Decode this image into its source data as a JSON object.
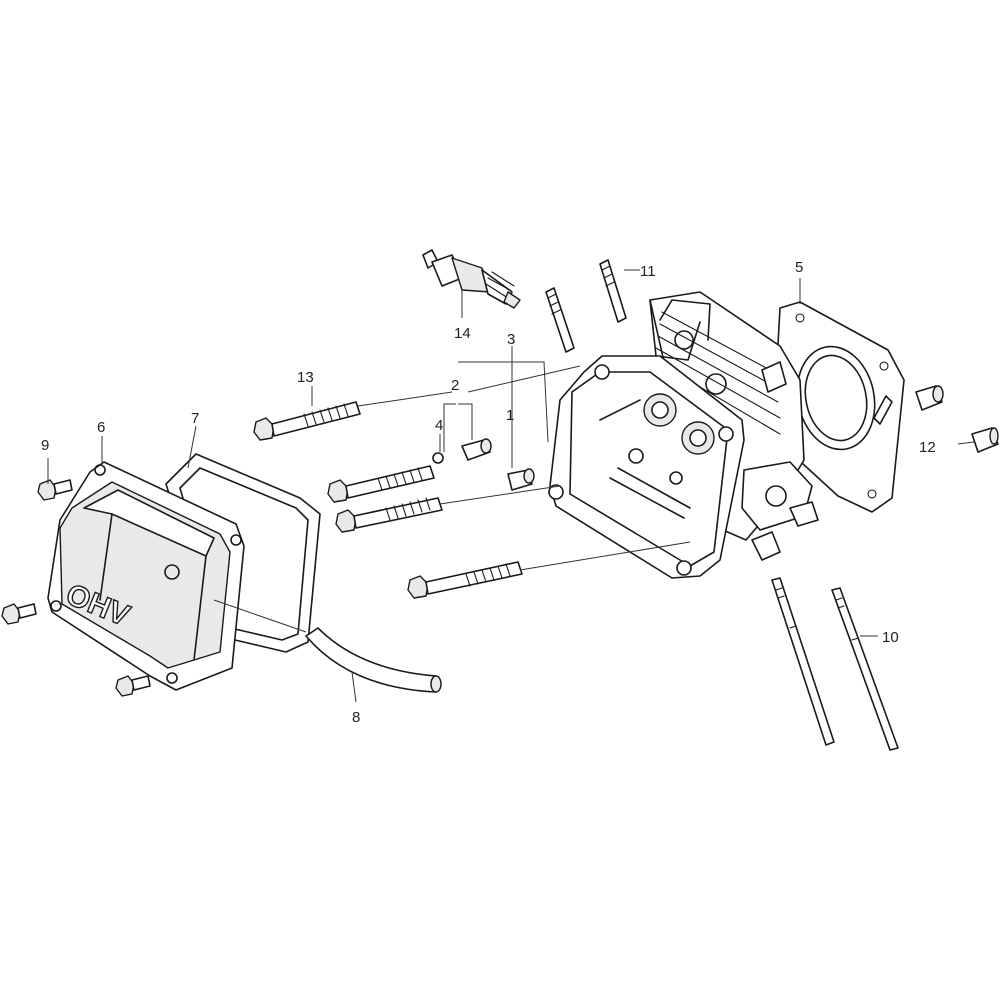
{
  "diagram": {
    "type": "exploded-parts-diagram",
    "colors": {
      "line": "#1a1a1a",
      "background": "#ffffff",
      "shade": "#e9e9e9"
    },
    "emblem_text": "OHV",
    "callouts": [
      "1",
      "2",
      "3",
      "4",
      "5",
      "6",
      "7",
      "8",
      "9",
      "10",
      "11",
      "12",
      "13",
      "14"
    ]
  }
}
